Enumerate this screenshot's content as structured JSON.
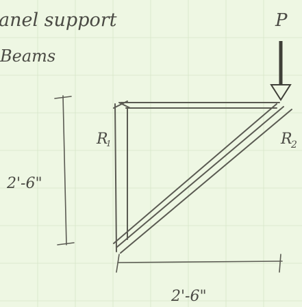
{
  "title_line1": "anel support",
  "title_line2": "Beams",
  "load_label": "P",
  "reaction_left": "R",
  "reaction_left_sub": "1",
  "reaction_right": "R",
  "reaction_right_sub": "2",
  "height_dim": "2'-6\"",
  "width_dim": "2'-6\"",
  "colors": {
    "paper": "#eef7e3",
    "grid": "#d6e6c8",
    "pencil": "#5a5a52"
  }
}
